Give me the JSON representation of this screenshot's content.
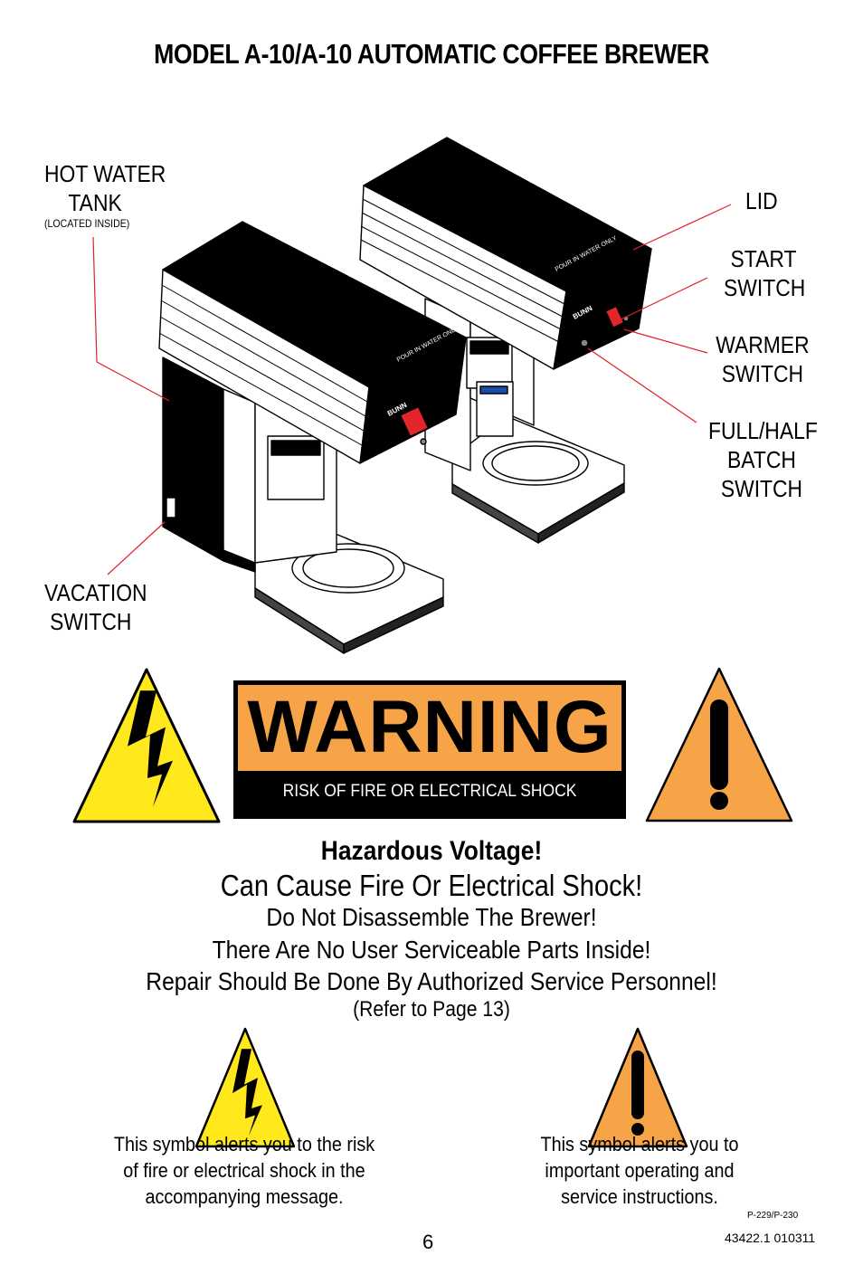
{
  "title": "MODEL A-10/A-10 AUTOMATIC COFFEE BREWER",
  "diagram": {
    "labels": {
      "hot_water_tank_l1": "HOT WATER",
      "hot_water_tank_l2": "TANK",
      "hot_water_tank_note": "(LOCATED INSIDE)",
      "lid": "LID",
      "start_l1": "START",
      "start_l2": "SWITCH",
      "warmer_l1": "WARMER",
      "warmer_l2": "SWITCH",
      "full_l1": "FULL/HALF",
      "full_l2": "BATCH",
      "full_l3": "SWITCH",
      "vacation_l1": "VACATION",
      "vacation_l2": "SWITCH"
    },
    "brewer_text": {
      "pour": "POUR IN WATER ONLY",
      "brand": "BUNN"
    }
  },
  "warning": {
    "word": "WARNING",
    "sub": "RISK OF FIRE OR ELECTRICAL SHOCK"
  },
  "message": {
    "l1": "Hazardous Voltage!",
    "l2": "Can Cause Fire Or Electrical Shock!",
    "l3": "Do Not Disassemble The Brewer!",
    "l4": "There Are No User Serviceable Parts Inside!",
    "l5": "Repair Should Be Done By Authorized Service Personnel!",
    "l6": "(Refer to Page 13)"
  },
  "symbols": {
    "electric_l1": "This symbol alerts you to the risk",
    "electric_l2": "of fire or electrical shock in the",
    "electric_l3": "accompanying message.",
    "exclaim_l1": "This symbol alerts you to",
    "exclaim_l2": "important operating and",
    "exclaim_l3": "service instructions."
  },
  "footer": {
    "page": "6",
    "figure_ref": "P-229/P-230",
    "doc_code": "43422.1 010311"
  },
  "colors": {
    "yellow": "#ffe81c",
    "orange": "#f7a347",
    "red_leader": "#e0202a",
    "switch_red": "#e3262b"
  }
}
